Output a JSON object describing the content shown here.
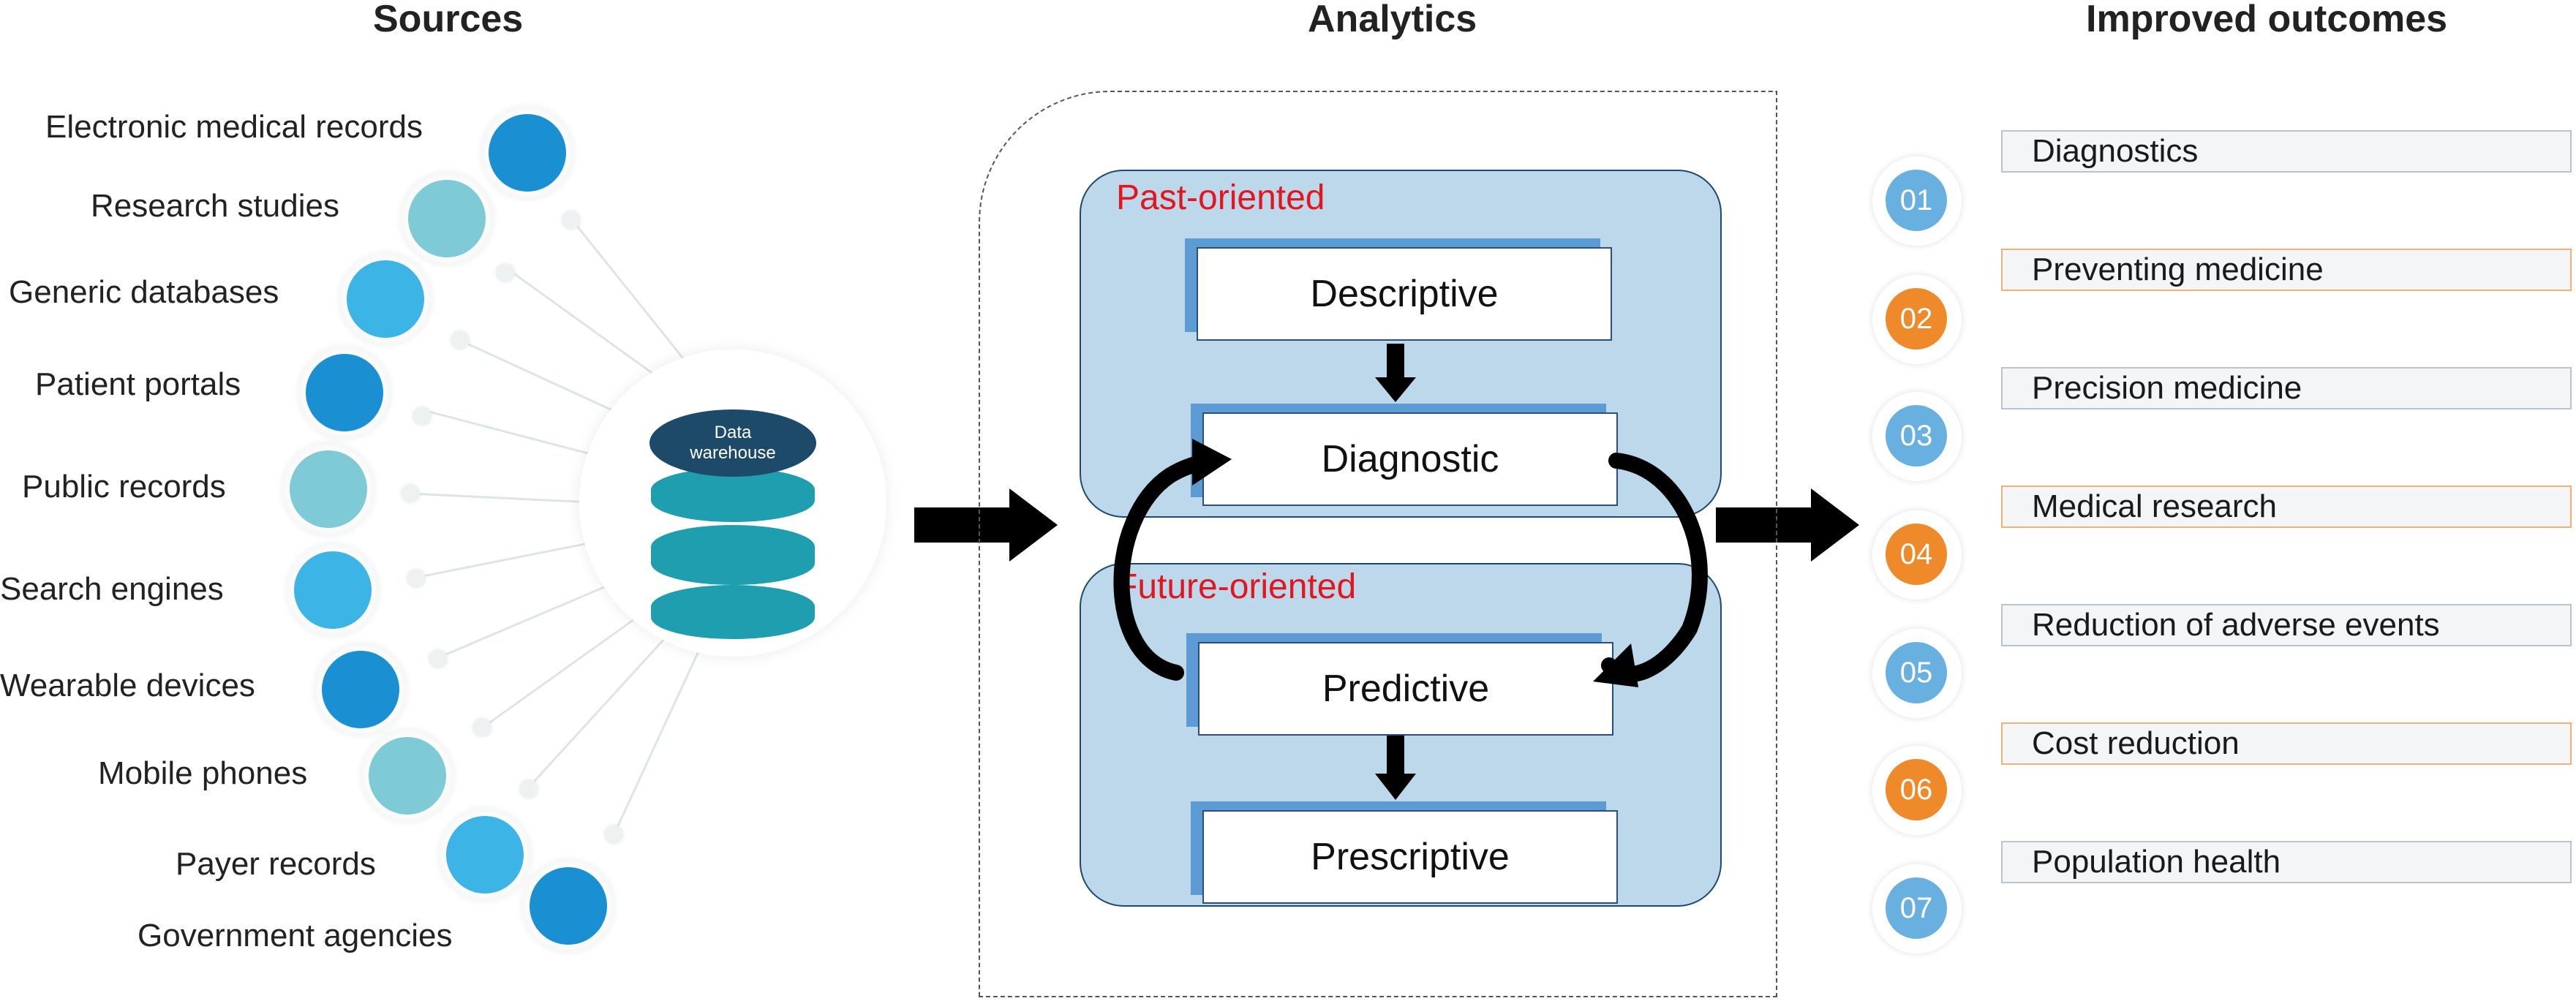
{
  "headings": {
    "sources": "Sources",
    "analytics": "Analytics",
    "outcomes": "Improved outcomes"
  },
  "sources": [
    {
      "label": "Electronic medical records",
      "color": "#1a90d2"
    },
    {
      "label": "Research studies",
      "color": "#7ecad6"
    },
    {
      "label": "Generic databases",
      "color": "#3cb4e6"
    },
    {
      "label": "Patient portals",
      "color": "#1a90d2"
    },
    {
      "label": "Public records",
      "color": "#7ecad6"
    },
    {
      "label": "Search engines",
      "color": "#3cb4e6"
    },
    {
      "label": "Wearable devices",
      "color": "#1a90d2"
    },
    {
      "label": "Mobile phones",
      "color": "#7ecad6"
    },
    {
      "label": "Payer records",
      "color": "#3cb4e6"
    },
    {
      "label": "Government agencies",
      "color": "#1a90d2"
    }
  ],
  "data_warehouse": {
    "line1": "Data",
    "line2": "warehouse"
  },
  "analytics": {
    "past_label": "Past-oriented",
    "future_label": "Future-oriented",
    "stages": [
      "Descriptive",
      "Diagnostic",
      "Predictive",
      "Prescriptive"
    ]
  },
  "outcomes": [
    {
      "num": "01",
      "label": "Diagnostics",
      "color": "#68b0e0"
    },
    {
      "num": "02",
      "label": "Preventing medicine",
      "color": "#ef8a2a"
    },
    {
      "num": "03",
      "label": "Precision medicine",
      "color": "#68b0e0"
    },
    {
      "num": "04",
      "label": "Medical research",
      "color": "#ef8a2a"
    },
    {
      "num": "05",
      "label": "Reduction of adverse events",
      "color": "#68b0e0"
    },
    {
      "num": "06",
      "label": "Cost reduction",
      "color": "#ef8a2a"
    },
    {
      "num": "07",
      "label": "Population health",
      "color": "#68b0e0"
    }
  ]
}
